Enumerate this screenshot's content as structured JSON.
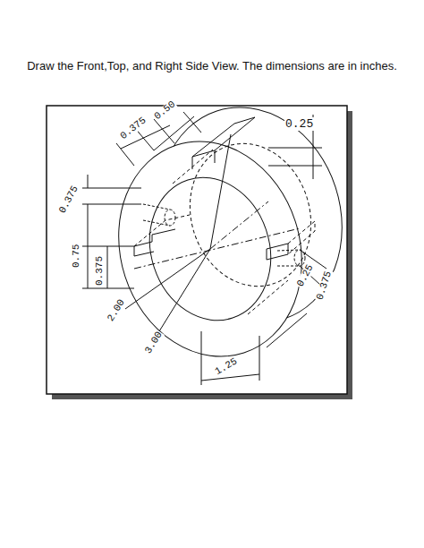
{
  "diagram": {
    "title": "Draw the Front,Top, and Right Side View. The dimensions are in inches.",
    "labels": [
      "0.375",
      "0.50",
      "0.25",
      "0.375",
      "0.75",
      "0.375",
      "2.00",
      "3.00",
      "1.25",
      "0.25",
      "0.375"
    ]
  }
}
